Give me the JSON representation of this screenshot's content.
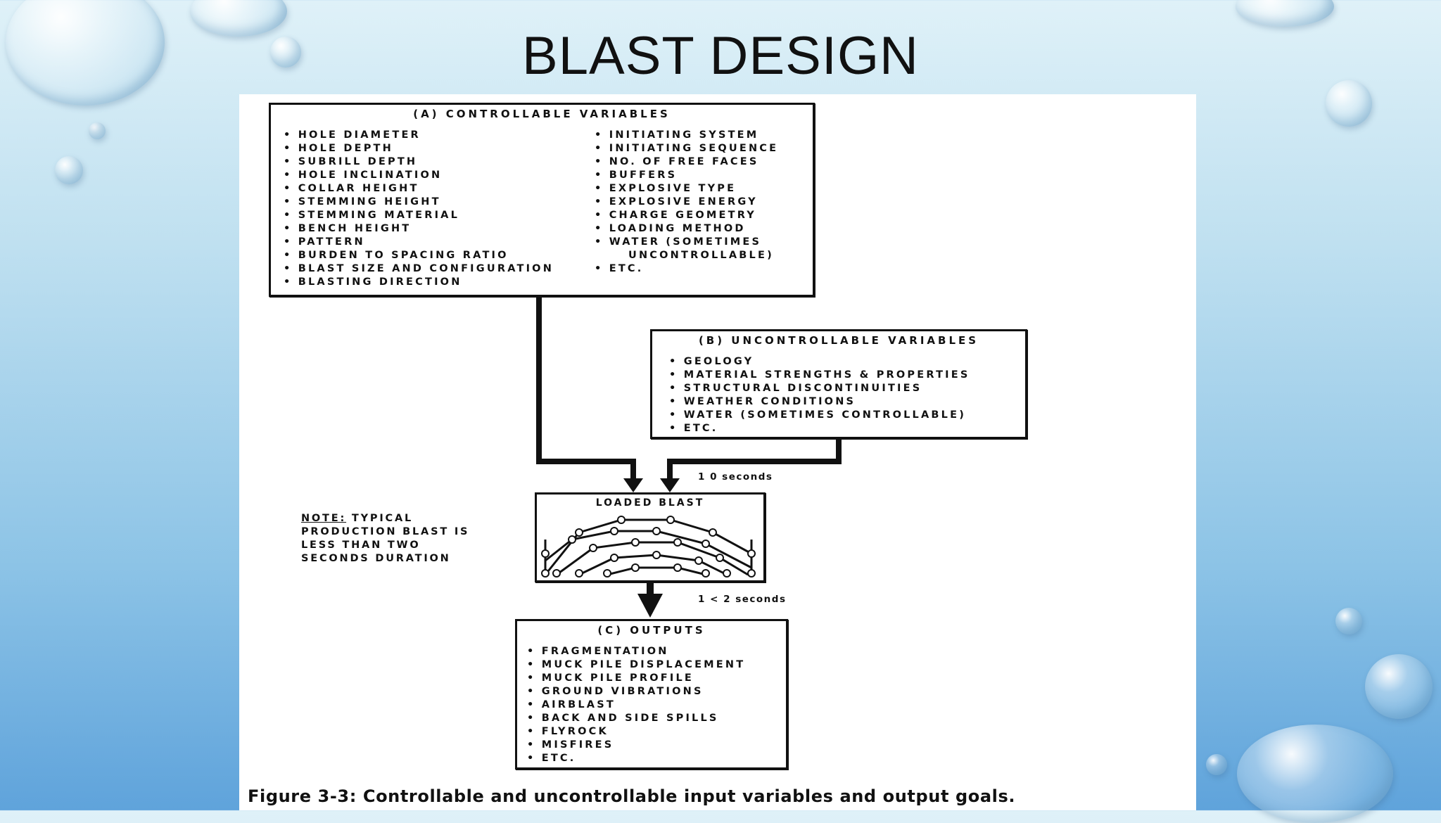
{
  "slide": {
    "title": "BLAST DESIGN"
  },
  "controllable": {
    "heading": "(A) CONTROLLABLE VARIABLES",
    "left_items": [
      "HOLE DIAMETER",
      "HOLE DEPTH",
      "SUBRILL DEPTH",
      "HOLE INCLINATION",
      "COLLAR HEIGHT",
      "STEMMING HEIGHT",
      "STEMMING MATERIAL",
      "BENCH HEIGHT",
      "PATTERN",
      "BURDEN TO SPACING RATIO",
      "BLAST SIZE AND CONFIGURATION",
      "BLASTING DIRECTION"
    ],
    "right_items": [
      "INITIATING SYSTEM",
      "INITIATING SEQUENCE",
      "NO. OF FREE FACES",
      "BUFFERS",
      "EXPLOSIVE TYPE",
      "EXPLOSIVE ENERGY",
      "CHARGE GEOMETRY",
      "LOADING METHOD",
      "WATER (SOMETIMES"
    ],
    "right_continuation": "UNCONTROLLABLE)",
    "right_last": "ETC."
  },
  "uncontrollable": {
    "heading": "(B) UNCONTROLLABLE VARIABLES",
    "items": [
      "GEOLOGY",
      "MATERIAL STRENGTHS & PROPERTIES",
      "STRUCTURAL DISCONTINUITIES",
      "WEATHER CONDITIONS",
      "WATER (SOMETIMES CONTROLLABLE)",
      "ETC."
    ]
  },
  "loaded_blast": {
    "heading": "LOADED BLAST"
  },
  "timing": {
    "top": "1    0 seconds",
    "bottom": "1 < 2 seconds"
  },
  "note": {
    "label": "NOTE:",
    "line1": " TYPICAL",
    "line2": "PRODUCTION BLAST IS",
    "line3": "LESS THAN TWO",
    "line4": "SECONDS DURATION"
  },
  "outputs": {
    "heading": "(C) OUTPUTS",
    "items": [
      "FRAGMENTATION",
      "MUCK PILE DISPLACEMENT",
      "MUCK PILE PROFILE",
      "GROUND VIBRATIONS",
      "AIRBLAST",
      "BACK AND SIDE SPILLS",
      "FLYROCK",
      "MISFIRES",
      "ETC."
    ]
  },
  "caption": "Figure 3-3: Controllable and uncontrollable input variables and output goals."
}
